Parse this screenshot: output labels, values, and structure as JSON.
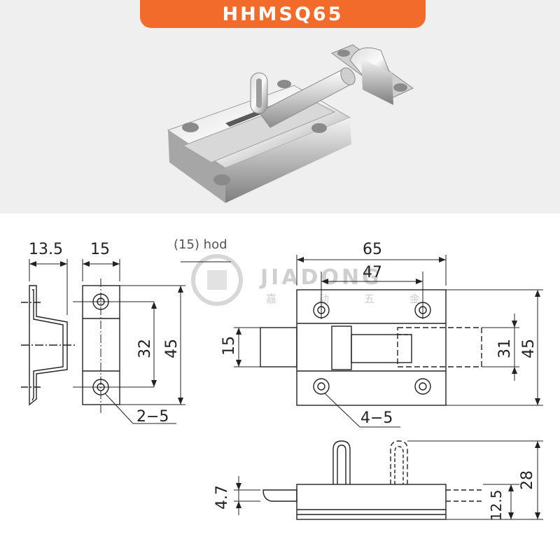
{
  "title": "HHMSQ65",
  "colors": {
    "banner": "#f26b2a",
    "photo_background": "#efefef",
    "drawing_line": "#222222",
    "watermark": "#c9c9c9"
  },
  "watermark": {
    "brand": "JIADONG",
    "chars": [
      "嘉",
      "动",
      "五",
      "金"
    ]
  },
  "dimensions": {
    "keeper_width": "13.5",
    "keeper_face_width": "15",
    "keeper_hole_pitch": "32",
    "keeper_height": "45",
    "keeper_holes": "2−5",
    "stroke_note": "(15) hod",
    "base_length": "65",
    "hole_spacing": "47",
    "bolt_width": "15",
    "slot_height": "31",
    "base_height": "45",
    "base_holes": "4−5",
    "bolt_thickness": "4.7",
    "knob_height": "28",
    "base_thickness": "12.5"
  }
}
